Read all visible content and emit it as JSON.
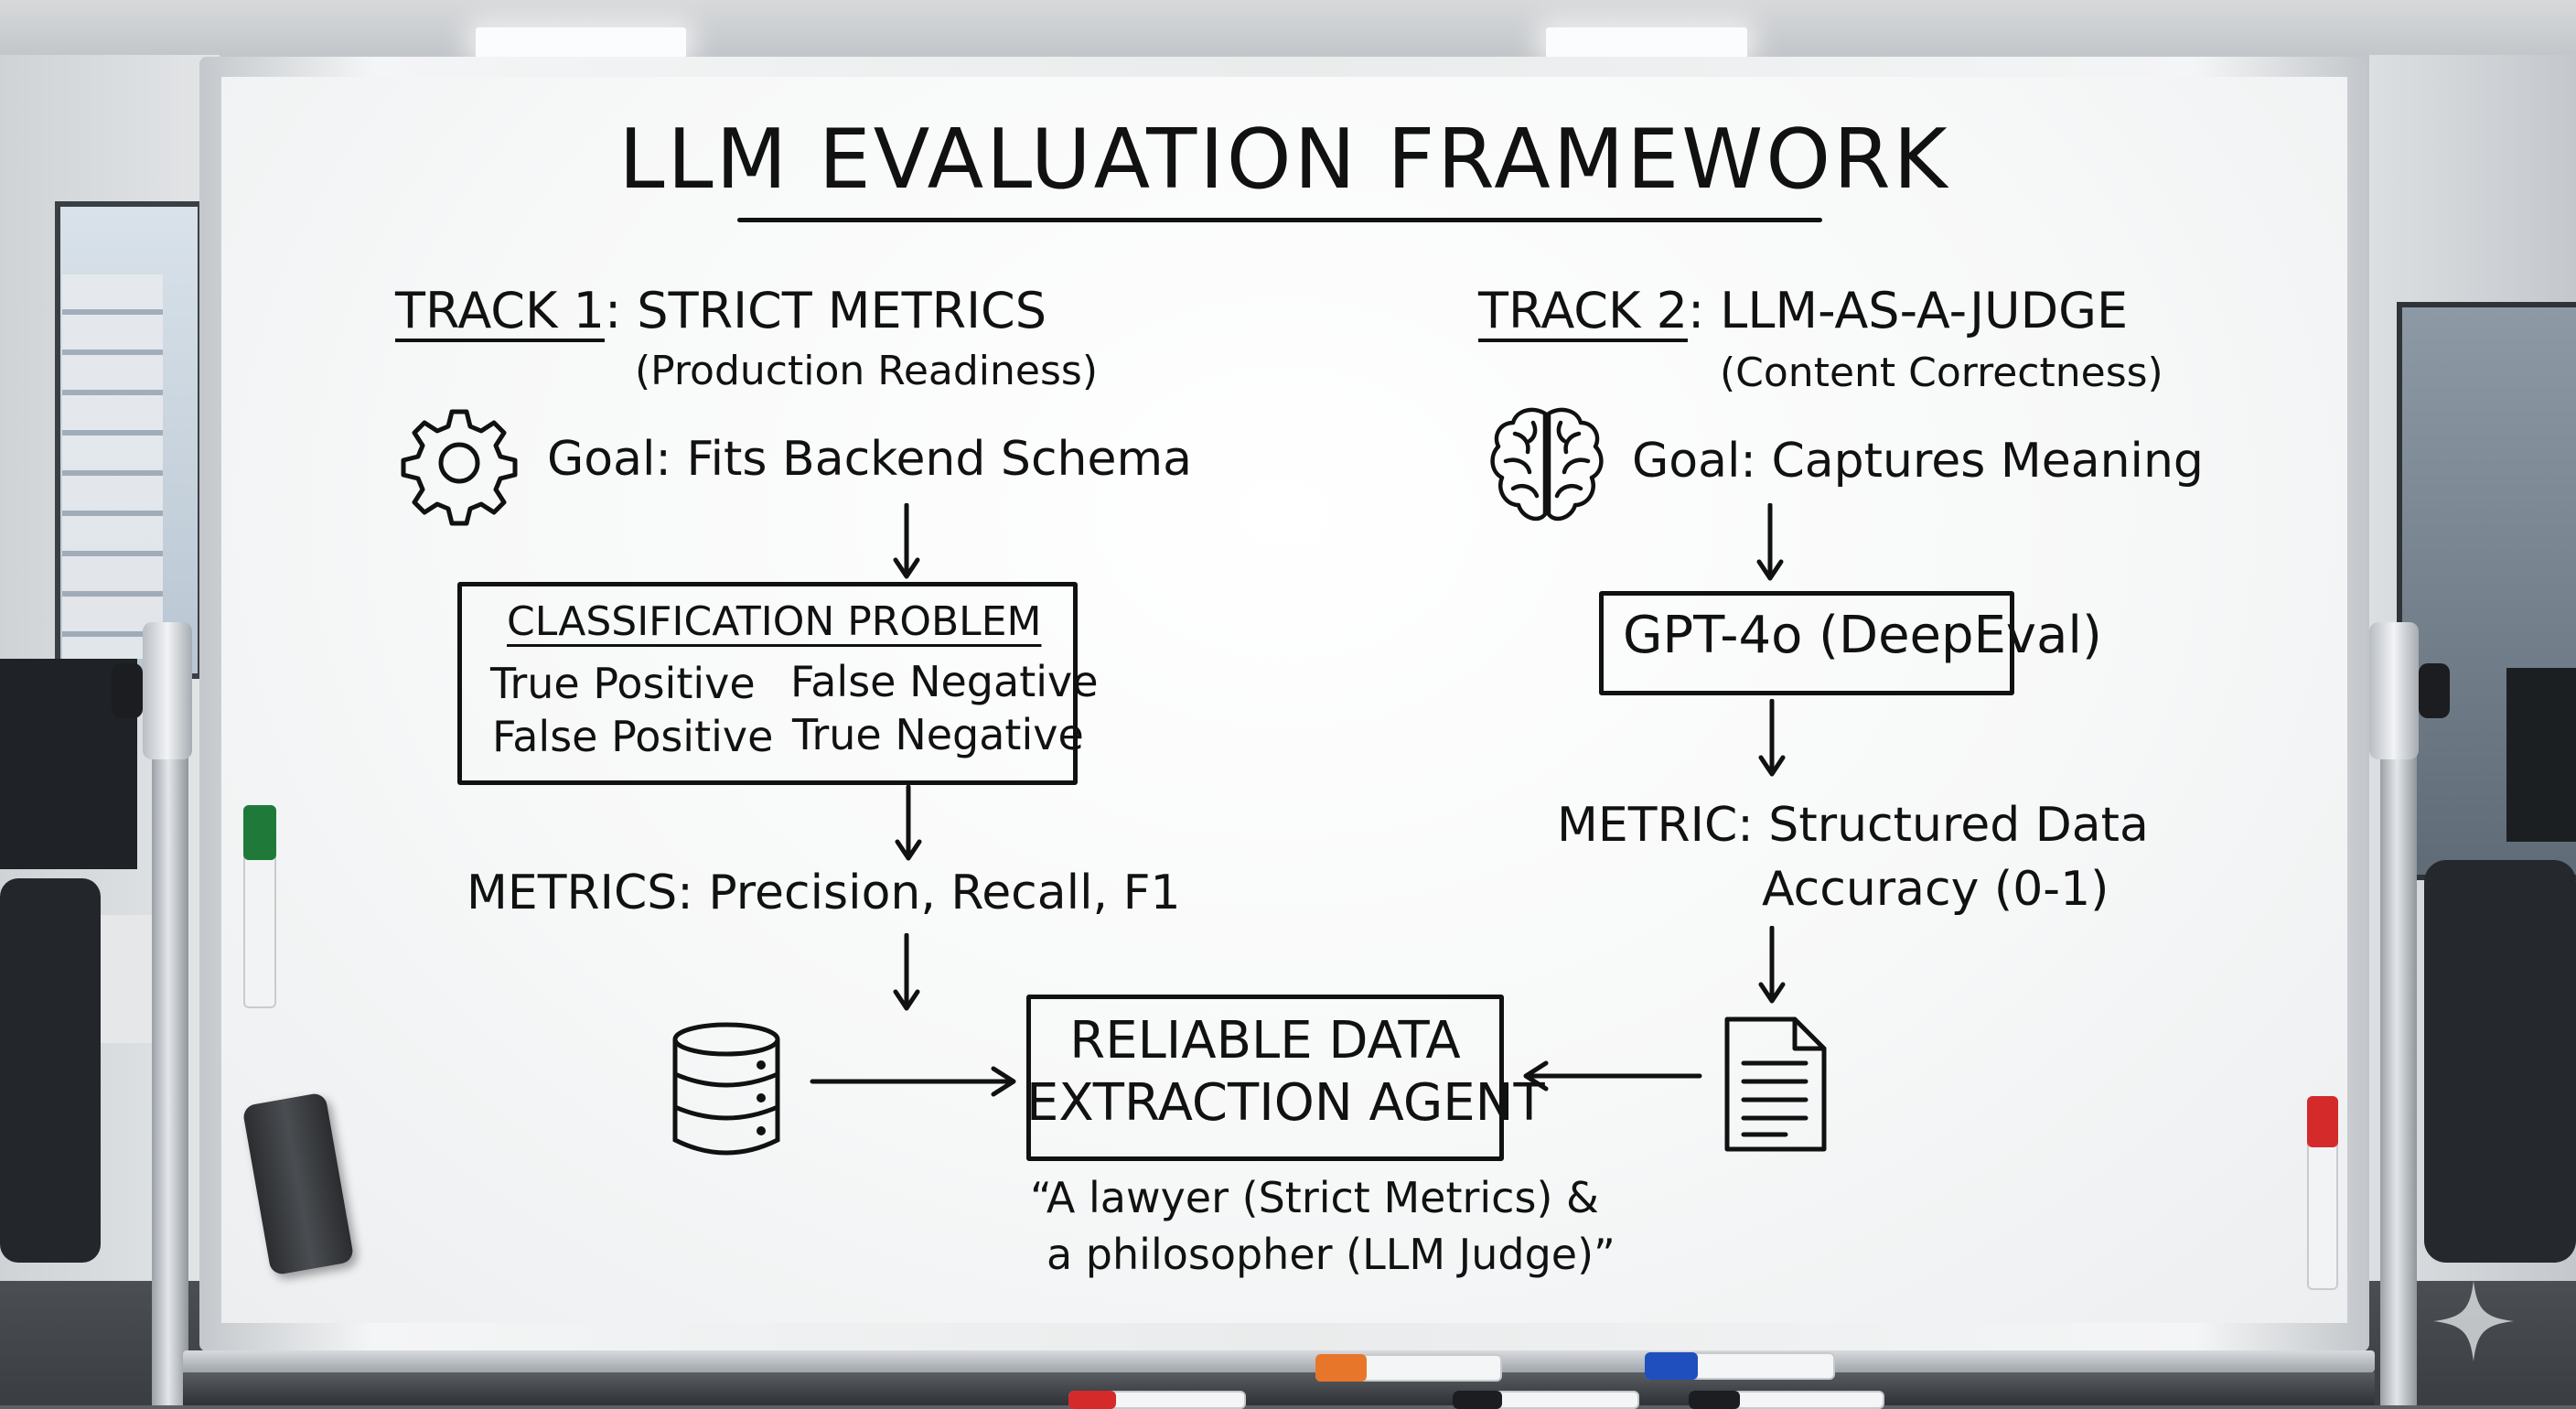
{
  "board": {
    "title": "LLM EVALUATION FRAMEWORK",
    "track1": {
      "label": "TRACK 1",
      "name": ": STRICT METRICS",
      "subtitle": "(Production Readiness)",
      "goal": "Goal: Fits Backend Schema",
      "icon": "gear-icon",
      "box_title": "CLASSIFICATION PROBLEM",
      "matrix": [
        "True Positive",
        "False Negative",
        "False Positive",
        "True Negative"
      ],
      "metrics": "METRICS: Precision, Recall, F1",
      "bottom_icon": "database-icon"
    },
    "track2": {
      "label": "TRACK 2",
      "name": ": LLM-AS-A-JUDGE",
      "subtitle": "(Content Correctness)",
      "goal": "Goal: Captures Meaning",
      "icon": "brain-icon",
      "judge": "GPT-4o (DeepEval)",
      "metric_line1": "METRIC: Structured Data",
      "metric_line2": "Accuracy (0-1)",
      "bottom_icon": "document-icon"
    },
    "center": {
      "line1": "RELIABLE DATA",
      "line2": "EXTRACTION AGENT",
      "quote_line1": "“A lawyer (Strict Metrics) &",
      "quote_line2": "a philosopher (LLM Judge)”"
    }
  },
  "colors": {
    "ink": "#111111",
    "board": "#f7f8f8",
    "frame": "#d9dcdf",
    "marker_green": "#1f7a3a",
    "marker_red": "#d42a2a",
    "marker_orange": "#e8762a",
    "marker_blue": "#1f4fbf"
  }
}
